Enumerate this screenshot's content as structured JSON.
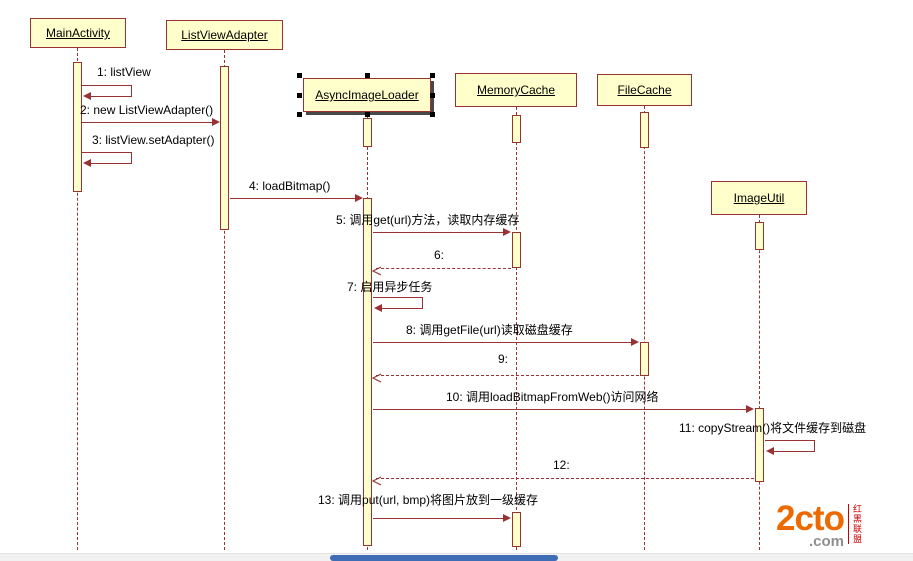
{
  "diagram": {
    "type": "uml-sequence",
    "selected_node": "AsyncImageLoader",
    "colors": {
      "node_fill": "#FFFFCC",
      "node_border": "#993333",
      "line": "#993333",
      "text": "#000000",
      "scrollbar_thumb": "#3E6DB5"
    },
    "lifelines": [
      {
        "label": "MainActivity"
      },
      {
        "label": "ListViewAdapter"
      },
      {
        "label": "AsyncImageLoader"
      },
      {
        "label": "MemoryCache"
      },
      {
        "label": "FileCache"
      },
      {
        "label": "ImageUtil"
      }
    ],
    "messages": [
      {
        "num": 1,
        "label": "1: listView",
        "from": "MainActivity",
        "to": "MainActivity",
        "kind": "self"
      },
      {
        "num": 2,
        "label": "2: new ListViewAdapter()",
        "from": "MainActivity",
        "to": "ListViewAdapter",
        "kind": "call"
      },
      {
        "num": 3,
        "label": "3: listView.setAdapter()",
        "from": "MainActivity",
        "to": "MainActivity",
        "kind": "self"
      },
      {
        "num": 4,
        "label": "4: loadBitmap()",
        "from": "ListViewAdapter",
        "to": "AsyncImageLoader",
        "kind": "call"
      },
      {
        "num": 5,
        "label": "5: 调用get(url)方法，读取内存缓存",
        "from": "AsyncImageLoader",
        "to": "MemoryCache",
        "kind": "call"
      },
      {
        "num": 6,
        "label": "6:",
        "from": "MemoryCache",
        "to": "AsyncImageLoader",
        "kind": "return"
      },
      {
        "num": 7,
        "label": "7: 启用异步任务",
        "from": "AsyncImageLoader",
        "to": "AsyncImageLoader",
        "kind": "self"
      },
      {
        "num": 8,
        "label": "8: 调用getFile(url)读取磁盘缓存",
        "from": "AsyncImageLoader",
        "to": "FileCache",
        "kind": "call"
      },
      {
        "num": 9,
        "label": "9:",
        "from": "FileCache",
        "to": "AsyncImageLoader",
        "kind": "return"
      },
      {
        "num": 10,
        "label": "10: 调用loadBitmapFromWeb()访问网络",
        "from": "AsyncImageLoader",
        "to": "ImageUtil",
        "kind": "call"
      },
      {
        "num": 11,
        "label": "11: copyStream()将文件缓存到磁盘",
        "from": "ImageUtil",
        "to": "ImageUtil",
        "kind": "self"
      },
      {
        "num": 12,
        "label": "12:",
        "from": "ImageUtil",
        "to": "AsyncImageLoader",
        "kind": "return"
      },
      {
        "num": 13,
        "label": "13: 调用put(url, bmp)将图片放到一级缓存",
        "from": "AsyncImageLoader",
        "to": "MemoryCache",
        "kind": "call"
      }
    ]
  },
  "watermark": {
    "brand": "2cto",
    "suffix": ".com",
    "tagline": "红黑联盟"
  }
}
